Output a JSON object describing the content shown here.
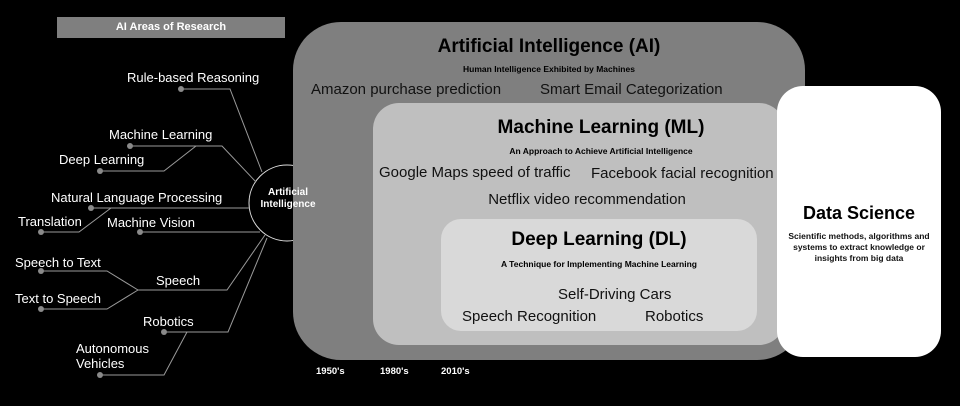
{
  "mindmap": {
    "title": "AI Areas of Research",
    "center": "Artificial Intelligence",
    "center_lines": [
      "Artificial",
      "Intelligence"
    ],
    "nodes": {
      "rule": "Rule-based Reasoning",
      "ml": "Machine Learning",
      "dl": "Deep Learning",
      "nlp": "Natural Language Processing",
      "translation": "Translation",
      "vision": "Machine Vision",
      "stt": "Speech to Text",
      "speech": "Speech",
      "tts": "Text to Speech",
      "robotics": "Robotics",
      "av1": "Autonomous",
      "av2": "Vehicles"
    }
  },
  "ai": {
    "title": "Artificial Intelligence (AI)",
    "subtitle": "Human Intelligence Exhibited by Machines",
    "examples": [
      "Amazon purchase prediction",
      "Smart Email Categorization"
    ]
  },
  "ml": {
    "title": "Machine Learning (ML)",
    "subtitle": "An Approach to Achieve Artificial Intelligence",
    "examples": [
      "Google Maps speed of traffic",
      "Facebook facial recognition",
      "Netflix video recommendation"
    ]
  },
  "dl": {
    "title": "Deep Learning (DL)",
    "subtitle": "A Technique for Implementing Machine Learning",
    "examples": [
      "Self-Driving Cars",
      "Speech Recognition",
      "Robotics"
    ]
  },
  "ds": {
    "title": "Data Science",
    "description": "Scientific methods, algorithms and systems to extract knowledge or insights from big data"
  },
  "eras": [
    "1950's",
    "1980's",
    "2010's"
  ],
  "colors": {
    "ai": "#7f7f7f",
    "ml": "#bfbfbf",
    "dl": "#d9d9d9",
    "ds": "#ffffff"
  }
}
